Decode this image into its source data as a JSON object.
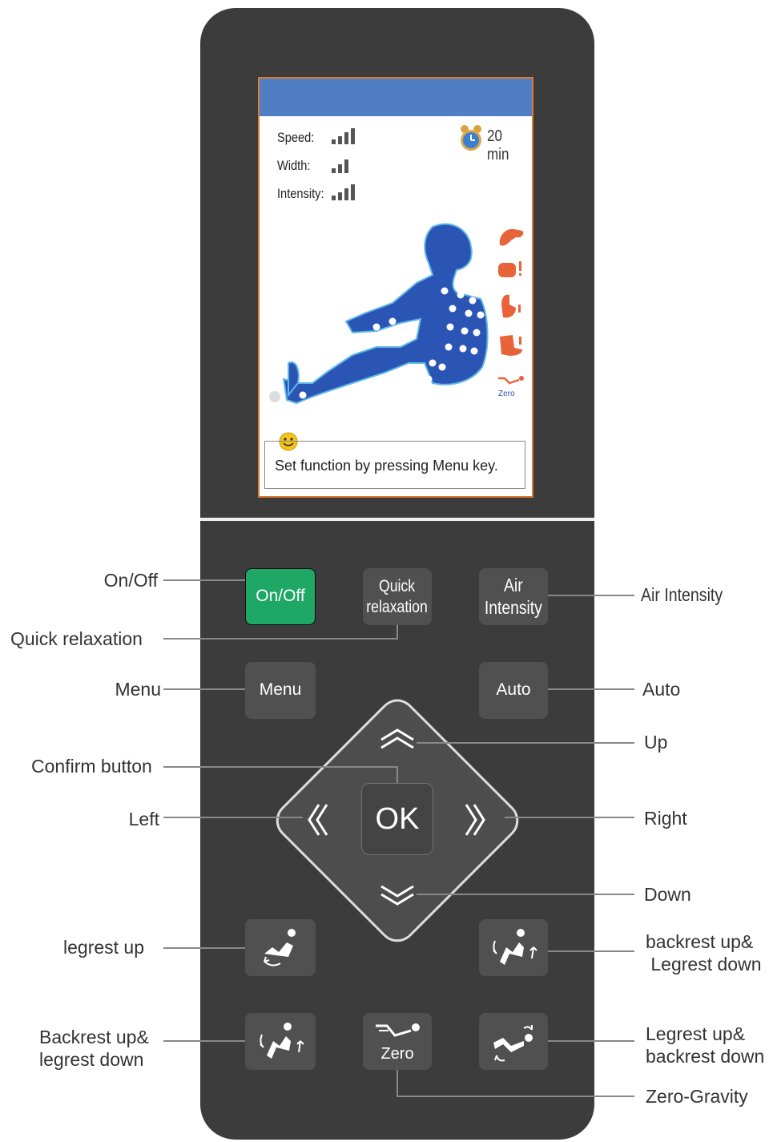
{
  "screen": {
    "stats": [
      {
        "label": "Speed",
        "level": 4
      },
      {
        "label": "Width",
        "level": 3
      },
      {
        "label": "Intensity",
        "level": 4
      }
    ],
    "stat_colon": ":",
    "timer": "20 min",
    "side_icons": [
      "knead-icon",
      "tap-icon",
      "knock-icon",
      "shiatsu-icon",
      "zero-gravity-icon"
    ],
    "zero_label": "Zero",
    "message": "Set function by pressing Menu key.",
    "colors": {
      "header": "#4f7ec4",
      "border": "#e07a30",
      "body_figure": "#2a55b5",
      "function_icons": "#e8623a"
    }
  },
  "buttons": {
    "onoff": "On/Off",
    "quick_line1": "Quick",
    "quick_line2": "relaxation",
    "air_line1": "Air",
    "air_line2": "Intensity",
    "menu": "Menu",
    "auto": "Auto",
    "ok": "OK",
    "zero": "Zero",
    "onoff_color": "#1ea765"
  },
  "callouts": {
    "onoff": "On/Off",
    "quick_relaxation": "Quick relaxation",
    "air_intensity": "Air Intensity",
    "menu": "Menu",
    "auto": "Auto",
    "up": "Up",
    "confirm": "Confirm button",
    "left": "Left",
    "right": "Right",
    "down": "Down",
    "legrest_up": "legrest up",
    "backrest_up_legrest_down_r1": "backrest up&",
    "backrest_up_legrest_down_r2": " Legrest down",
    "backrest_up_legrest_down_l1": "Backrest up&",
    "backrest_up_legrest_down_l2": "legrest down",
    "legrest_up_backrest_down_1": "Legrest up&",
    "legrest_up_backrest_down_2": "backrest down",
    "zero_gravity": "Zero-Gravity"
  }
}
